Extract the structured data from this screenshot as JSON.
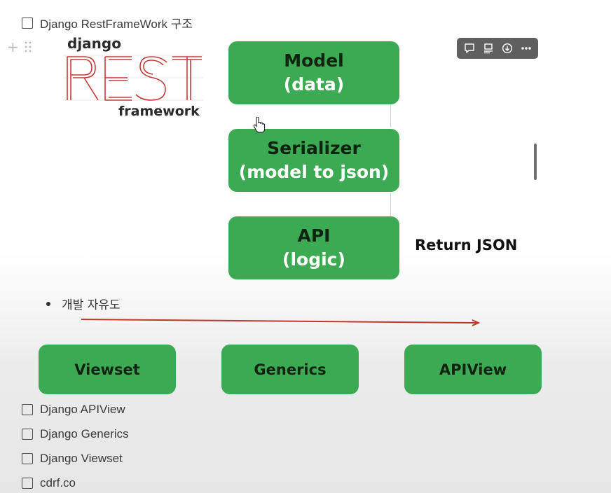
{
  "heading_todo": {
    "label": "Django RestFrameWork 구조",
    "checked": false
  },
  "logo": {
    "top_text": "django",
    "main_text": "REST",
    "bottom_text": "framework",
    "line_color": "#c23b3b"
  },
  "stack": [
    {
      "title": "Model",
      "subtitle": "(data)"
    },
    {
      "title": "Serializer",
      "subtitle": "(model to json)"
    },
    {
      "title": "API",
      "subtitle": "(logic)"
    }
  ],
  "return_label": "Return JSON",
  "bullet_label": "개발 자유도",
  "arrow_color": "#c0392b",
  "view_types": [
    {
      "label": "Viewset"
    },
    {
      "label": "Generics"
    },
    {
      "label": "APIView"
    }
  ],
  "todos": [
    {
      "label": "Django APIView",
      "checked": false
    },
    {
      "label": "Django Generics",
      "checked": false
    },
    {
      "label": "Django Viewset",
      "checked": false
    },
    {
      "label": "cdrf.co",
      "checked": false
    }
  ],
  "toolbar": {
    "buttons": [
      "comment-icon",
      "caption-icon",
      "download-icon",
      "more-icon"
    ]
  },
  "colors": {
    "box_green": "#3caa52",
    "toolbar_bg": "#5f5f5f"
  }
}
